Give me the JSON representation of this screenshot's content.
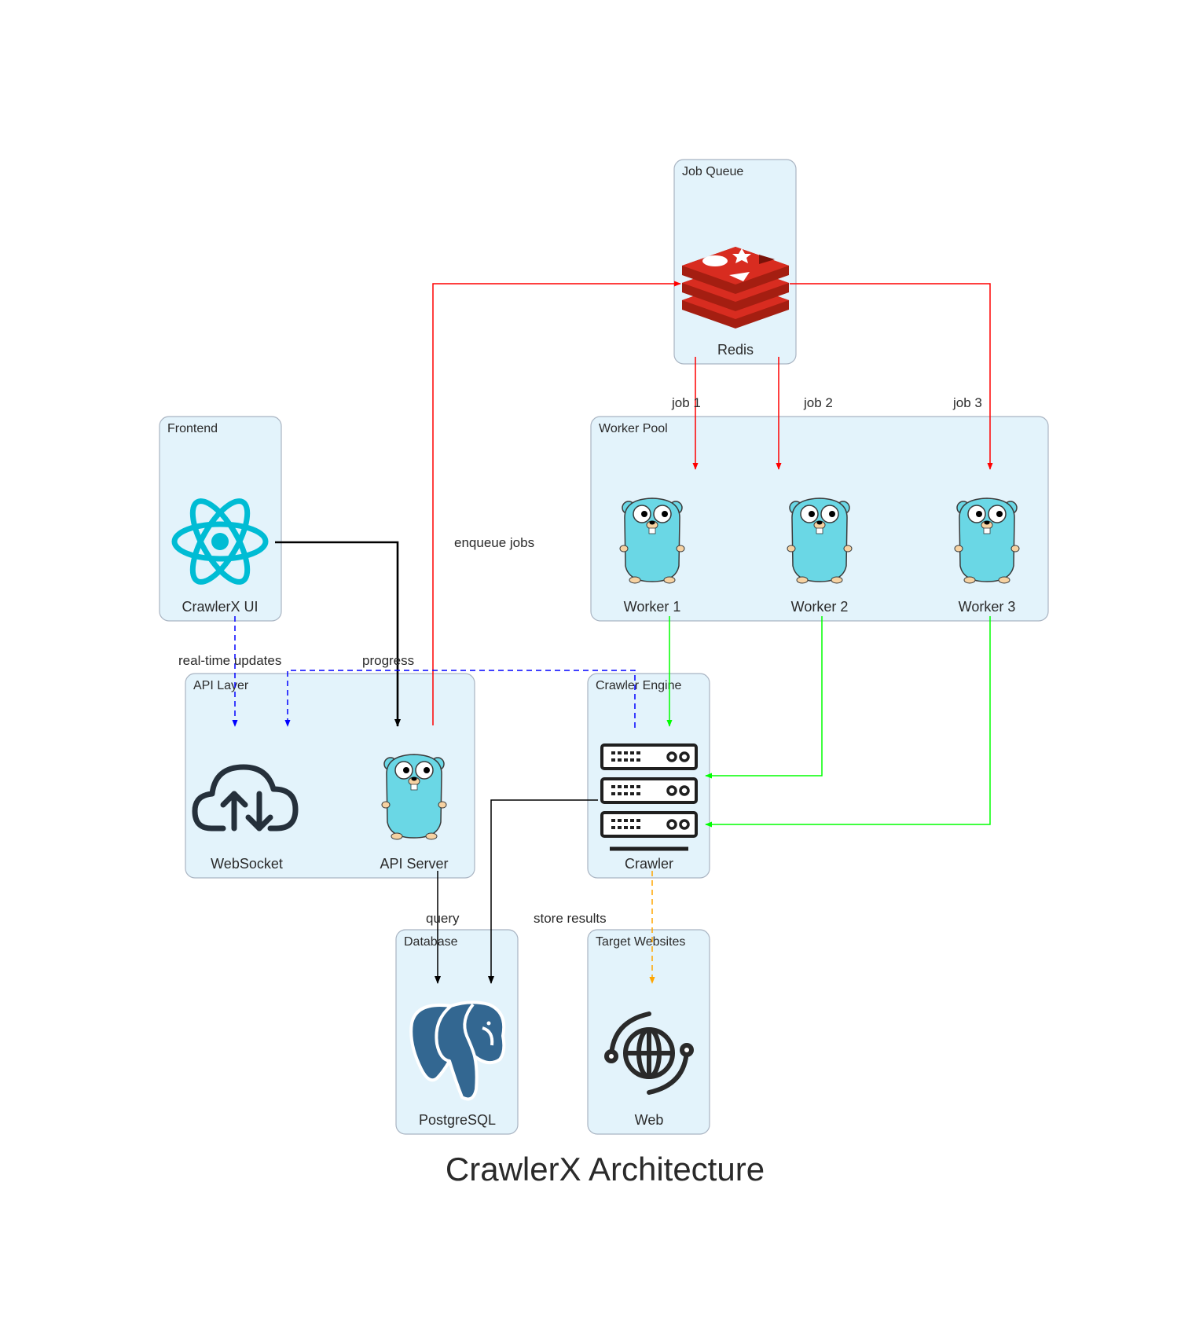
{
  "title": "CrawlerX Architecture",
  "clusters": {
    "job_queue": "Job Queue",
    "frontend": "Frontend",
    "worker_pool": "Worker Pool",
    "api_layer": "API Layer",
    "crawler_engine": "Crawler Engine",
    "database": "Database",
    "target_websites": "Target Websites"
  },
  "nodes": {
    "redis": {
      "label": "Redis",
      "icon": "redis-icon"
    },
    "crawlerx_ui": {
      "label": "CrawlerX UI",
      "icon": "react-icon"
    },
    "worker1": {
      "label": "Worker 1",
      "icon": "gopher-icon"
    },
    "worker2": {
      "label": "Worker 2",
      "icon": "gopher-icon"
    },
    "worker3": {
      "label": "Worker 3",
      "icon": "gopher-icon"
    },
    "websocket": {
      "label": "WebSocket",
      "icon": "cloud-sync-icon"
    },
    "api_server": {
      "label": "API Server",
      "icon": "gopher-icon"
    },
    "crawler": {
      "label": "Crawler",
      "icon": "server-rack-icon"
    },
    "postgresql": {
      "label": "PostgreSQL",
      "icon": "postgresql-icon"
    },
    "web": {
      "label": "Web",
      "icon": "globe-icon"
    }
  },
  "edges": {
    "enqueue_jobs": "enqueue jobs",
    "job1": "job 1",
    "job2": "job 2",
    "job3": "job 3",
    "realtime_updates": "real-time updates",
    "progress": "progress",
    "query": "query",
    "store_results": "store results"
  },
  "colors": {
    "cluster_fill": "#e3f3fb",
    "cluster_stroke": "#a9b4c2",
    "edge_red": "#ff0000",
    "edge_green": "#00ff00",
    "edge_blue": "#0000ff",
    "edge_orange": "#ffa500",
    "edge_black": "#000000",
    "redis_red": "#d82c20",
    "react_cyan": "#00bcd4",
    "gopher_blue": "#6ad7e5",
    "postgres_blue": "#336791",
    "dark_icon": "#2b3a4a"
  }
}
